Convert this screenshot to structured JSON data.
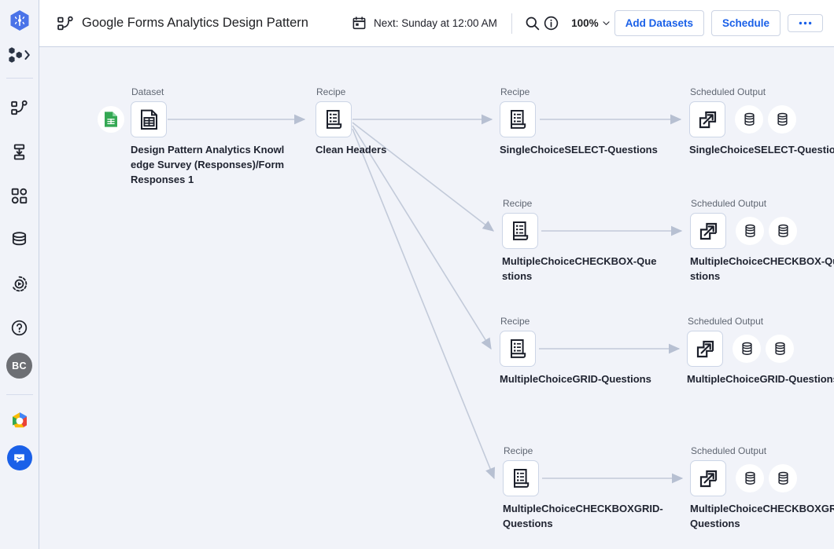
{
  "rail": {
    "logo_icon": "dataprep-hexagon-logo",
    "project_switcher_icon": "project-nodes-icon",
    "items": [
      {
        "icon": "flow-graph-icon",
        "name": "flows"
      },
      {
        "icon": "plan-icon",
        "name": "plans"
      },
      {
        "icon": "apps-grid-icon",
        "name": "jobs"
      },
      {
        "icon": "database-icon",
        "name": "connections"
      },
      {
        "icon": "run-history-icon",
        "name": "run-history"
      },
      {
        "icon": "help-circle-icon",
        "name": "help"
      }
    ],
    "avatar_initials": "BC",
    "gcp_icon": "google-cloud-logo",
    "chat_icon": "chat-bubble-icon"
  },
  "header": {
    "flow_icon": "flow-graph-icon",
    "title": "Google Forms Analytics Design Pattern",
    "schedule": {
      "calendar_icon": "calendar-icon",
      "label": "Next: Sunday at 12:00 AM"
    },
    "search_icon": "search-icon",
    "info_icon": "info-circle-icon",
    "zoom_level": "100%",
    "zoom_chevron_icon": "chevron-down-icon",
    "add_datasets_label": "Add Datasets",
    "schedule_label": "Schedule",
    "more_icon": "ellipsis-icon",
    "accent_color": "#1a60e8"
  },
  "canvas": {
    "background_color": "#f1f3f9",
    "kinds": {
      "dataset": "Dataset",
      "recipe": "Recipe",
      "output": "Scheduled Output"
    },
    "nodes": {
      "dataset": {
        "kind": "Dataset",
        "label": "Design Pattern Analytics Knowledge Survey (Responses)/Form Responses 1",
        "icon": "dataset-table-icon",
        "source_badge_icon": "google-sheets-icon"
      },
      "clean_headers": {
        "kind": "Recipe",
        "label": "Clean Headers",
        "icon": "recipe-icon"
      },
      "recipes": [
        {
          "kind": "Recipe",
          "label": "SingleChoiceSELECT-Questions",
          "icon": "recipe-icon"
        },
        {
          "kind": "Recipe",
          "label": "MultipleChoiceCHECKBOX-Questions",
          "icon": "recipe-icon"
        },
        {
          "kind": "Recipe",
          "label": "MultipleChoiceGRID-Questions",
          "icon": "recipe-icon"
        },
        {
          "kind": "Recipe",
          "label": "MultipleChoiceCHECKBOXGRID-Questions",
          "icon": "recipe-icon"
        }
      ],
      "outputs": [
        {
          "kind": "Scheduled Output",
          "label": "SingleChoiceSELECT-Questions",
          "icon": "output-arrow-icon",
          "destinations": [
            "database-icon",
            "database-icon"
          ]
        },
        {
          "kind": "Scheduled Output",
          "label": "MultipleChoiceCHECKBOX-Questions",
          "icon": "output-arrow-icon",
          "destinations": [
            "database-icon",
            "database-icon"
          ]
        },
        {
          "kind": "Scheduled Output",
          "label": "MultipleChoiceGRID-Questions",
          "icon": "output-arrow-icon",
          "destinations": [
            "database-icon",
            "database-icon"
          ]
        },
        {
          "kind": "Scheduled Output",
          "label": "MultipleChoiceCHECKBOXGRID-Questions",
          "icon": "output-arrow-icon",
          "destinations": [
            "database-icon",
            "database-icon"
          ]
        }
      ]
    }
  }
}
